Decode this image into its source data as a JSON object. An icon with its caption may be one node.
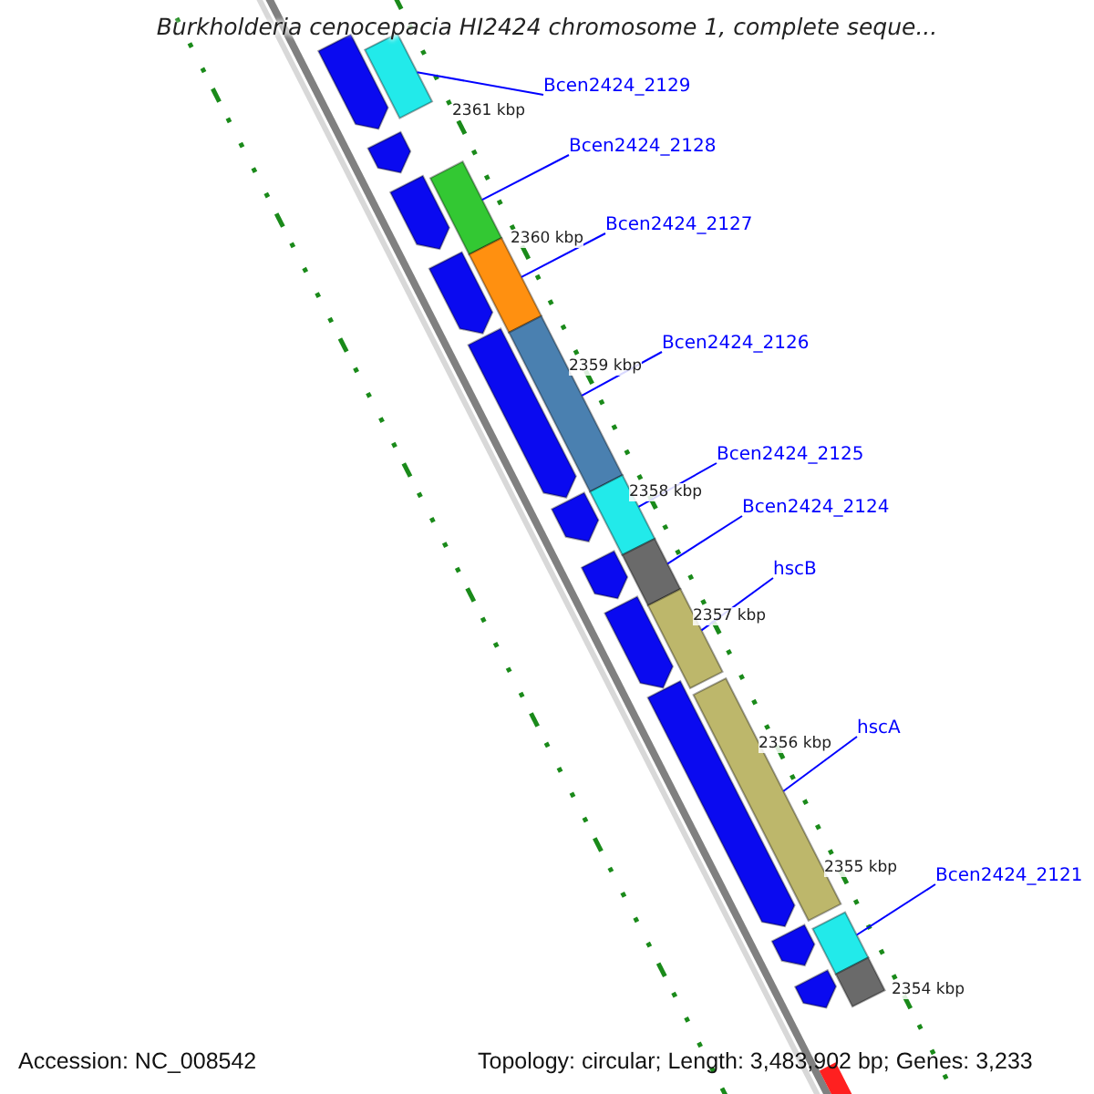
{
  "diagram": {
    "title": "Burkholderia cenocepacia HI2424 chromosome 1, complete seque...",
    "nodes": [
      {
        "text": [
          "Bcen2424_2129"
        ]
      },
      {
        "text": [
          "Bcen2424_2128"
        ]
      },
      {
        "text": [
          "Bcen2424_2127"
        ]
      },
      {
        "text": [
          "Bcen2424_2126"
        ]
      },
      {
        "text": [
          "Bcen2424_2125"
        ]
      },
      {
        "text": [
          "Bcen2424_2124"
        ]
      },
      {
        "text": [
          "hscB"
        ]
      },
      {
        "text": [
          "hscA"
        ]
      },
      {
        "text": [
          "Bcen2424_2121"
        ]
      },
      {
        "text": [],
        "shape": "bar"
      },
      {
        "text": [],
        "shape": "bar"
      },
      {
        "text": [],
        "shape": "bar"
      },
      {
        "text": [],
        "shape": "bar"
      },
      {
        "text": [],
        "shape": "bar"
      },
      {
        "text": [],
        "shape": "bar"
      },
      {
        "text": [],
        "shape": "bar"
      },
      {
        "text": [],
        "shape": "bar"
      },
      {
        "text": [],
        "shape": "bar"
      },
      {
        "text": [],
        "shape": "bar"
      },
      {
        "text": [],
        "shape": "bar"
      },
      {
        "text": [],
        "shape": "bar"
      },
      {
        "text": [],
        "shape": "bar"
      },
      {
        "text": [],
        "shape": "bar"
      },
      {
        "text": [],
        "shape": "bar"
      },
      {
        "text": [],
        "shape": "bar"
      },
      {
        "text": [],
        "shape": "bar"
      },
      {
        "text": [],
        "shape": "bar"
      },
      {
        "text": [],
        "shape": "bar"
      },
      {
        "text": [],
        "shape": "bar"
      }
    ],
    "edges": [
      {
        "from": 0,
        "to": 9,
        "arrow": "none"
      },
      {
        "from": 1,
        "to": 10,
        "arrow": "none"
      },
      {
        "from": 2,
        "to": 11,
        "arrow": "none"
      },
      {
        "from": 3,
        "to": 12,
        "arrow": "none"
      },
      {
        "from": 4,
        "to": 13,
        "arrow": "none"
      },
      {
        "from": 5,
        "to": 14,
        "arrow": "none"
      },
      {
        "from": 6,
        "to": 15,
        "arrow": "none"
      },
      {
        "from": 7,
        "to": 16,
        "arrow": "none"
      },
      {
        "from": 8,
        "to": 17,
        "arrow": "none"
      }
    ],
    "labels": [
      "2361 kbp",
      "2360 kbp",
      "2359 kbp",
      "2358 kbp",
      "2357 kbp",
      "2356 kbp",
      "2355 kbp",
      "2354 kbp",
      "Accession: NC_008542",
      "Topology: circular; Length: 3,483,902 bp; Genes: 3,233"
    ]
  }
}
